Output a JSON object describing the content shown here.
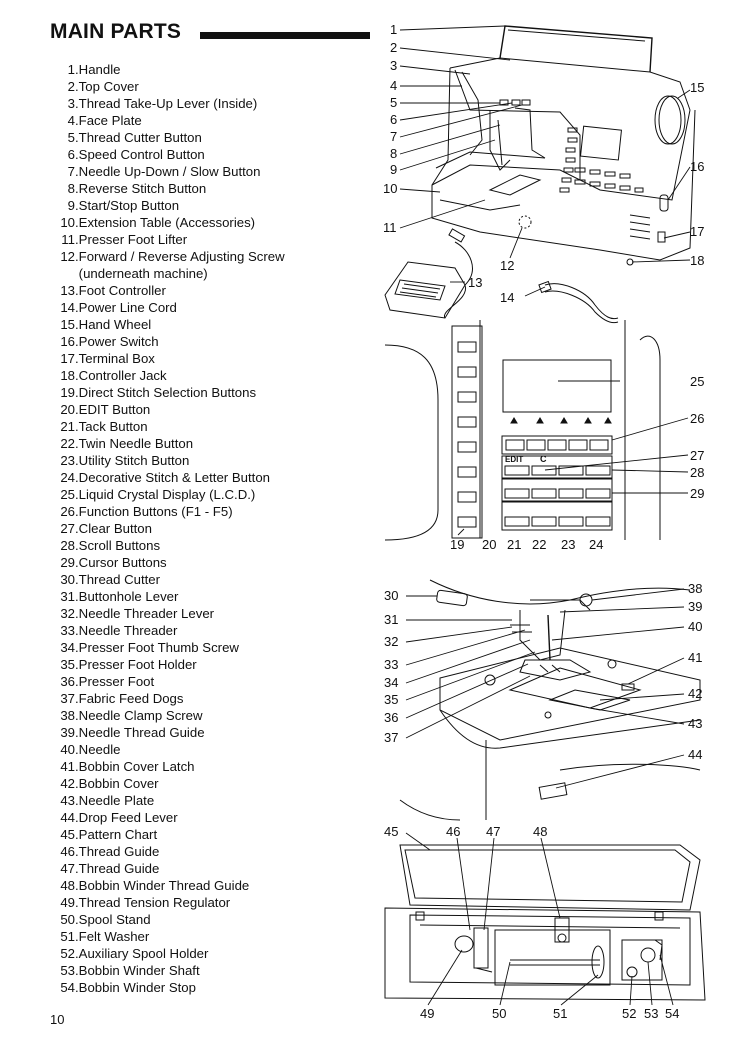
{
  "heading": "MAIN PARTS",
  "page_number": "10",
  "parts": [
    {
      "num": "1",
      "name": "Handle"
    },
    {
      "num": "2",
      "name": "Top Cover"
    },
    {
      "num": "3",
      "name": "Thread Take-Up Lever (Inside)"
    },
    {
      "num": "4",
      "name": "Face Plate"
    },
    {
      "num": "5",
      "name": "Thread Cutter Button"
    },
    {
      "num": "6",
      "name": "Speed Control Button"
    },
    {
      "num": "7",
      "name": "Needle Up-Down / Slow Button"
    },
    {
      "num": "8",
      "name": "Reverse Stitch Button"
    },
    {
      "num": "9",
      "name": "Start/Stop Button"
    },
    {
      "num": "10",
      "name": "Extension Table (Accessories)"
    },
    {
      "num": "11",
      "name": "Presser Foot Lifter"
    },
    {
      "num": "12",
      "name": "Forward / Reverse Adjusting Screw (underneath machine)"
    },
    {
      "num": "13",
      "name": "Foot Controller"
    },
    {
      "num": "14",
      "name": "Power Line Cord"
    },
    {
      "num": "15",
      "name": "Hand Wheel"
    },
    {
      "num": "16",
      "name": "Power Switch"
    },
    {
      "num": "17",
      "name": "Terminal Box"
    },
    {
      "num": "18",
      "name": "Controller Jack"
    },
    {
      "num": "19",
      "name": "Direct Stitch Selection Buttons"
    },
    {
      "num": "20",
      "name": "EDIT Button"
    },
    {
      "num": "21",
      "name": "Tack Button"
    },
    {
      "num": "22",
      "name": "Twin Needle Button"
    },
    {
      "num": "23",
      "name": "Utility Stitch Button"
    },
    {
      "num": "24",
      "name": "Decorative Stitch & Letter Button"
    },
    {
      "num": "25",
      "name": "Liquid Crystal Display (L.C.D.)"
    },
    {
      "num": "26",
      "name": "Function Buttons (F1 - F5)"
    },
    {
      "num": "27",
      "name": "Clear Button"
    },
    {
      "num": "28",
      "name": "Scroll Buttons"
    },
    {
      "num": "29",
      "name": "Cursor Buttons"
    },
    {
      "num": "30",
      "name": "Thread Cutter"
    },
    {
      "num": "31",
      "name": "Buttonhole Lever"
    },
    {
      "num": "32",
      "name": "Needle Threader Lever"
    },
    {
      "num": "33",
      "name": "Needle Threader"
    },
    {
      "num": "34",
      "name": "Presser Foot Thumb Screw"
    },
    {
      "num": "35",
      "name": "Presser Foot Holder"
    },
    {
      "num": "36",
      "name": "Presser Foot"
    },
    {
      "num": "37",
      "name": "Fabric Feed Dogs"
    },
    {
      "num": "38",
      "name": "Needle Clamp Screw"
    },
    {
      "num": "39",
      "name": "Needle Thread Guide"
    },
    {
      "num": "40",
      "name": "Needle"
    },
    {
      "num": "41",
      "name": "Bobbin Cover Latch"
    },
    {
      "num": "42",
      "name": "Bobbin Cover"
    },
    {
      "num": "43",
      "name": "Needle Plate"
    },
    {
      "num": "44",
      "name": "Drop Feed Lever"
    },
    {
      "num": "45",
      "name": "Pattern Chart"
    },
    {
      "num": "46",
      "name": "Thread Guide"
    },
    {
      "num": "47",
      "name": "Thread Guide"
    },
    {
      "num": "48",
      "name": "Bobbin Winder Thread Guide"
    },
    {
      "num": "49",
      "name": "Thread Tension Regulator"
    },
    {
      "num": "50",
      "name": "Spool Stand"
    },
    {
      "num": "51",
      "name": "Felt Washer"
    },
    {
      "num": "52",
      "name": "Auxiliary Spool Holder"
    },
    {
      "num": "53",
      "name": "Bobbin Winder Shaft"
    },
    {
      "num": "54",
      "name": "Bobbin Winder Stop"
    }
  ],
  "panel_labels": {
    "edit": "EDIT",
    "clear": "C"
  },
  "callouts": {
    "fig1": [
      "1",
      "2",
      "3",
      "4",
      "5",
      "6",
      "7",
      "8",
      "9",
      "10",
      "11",
      "12",
      "13",
      "14",
      "15",
      "16",
      "17",
      "18"
    ],
    "fig2": [
      "25",
      "26",
      "27",
      "28",
      "29",
      "19",
      "20",
      "21",
      "22",
      "23",
      "24"
    ],
    "fig3": [
      "30",
      "31",
      "32",
      "33",
      "34",
      "35",
      "36",
      "37",
      "38",
      "39",
      "40",
      "41",
      "42",
      "43",
      "44"
    ],
    "fig4": [
      "45",
      "46",
      "47",
      "48",
      "49",
      "50",
      "51",
      "52",
      "53",
      "54"
    ]
  }
}
